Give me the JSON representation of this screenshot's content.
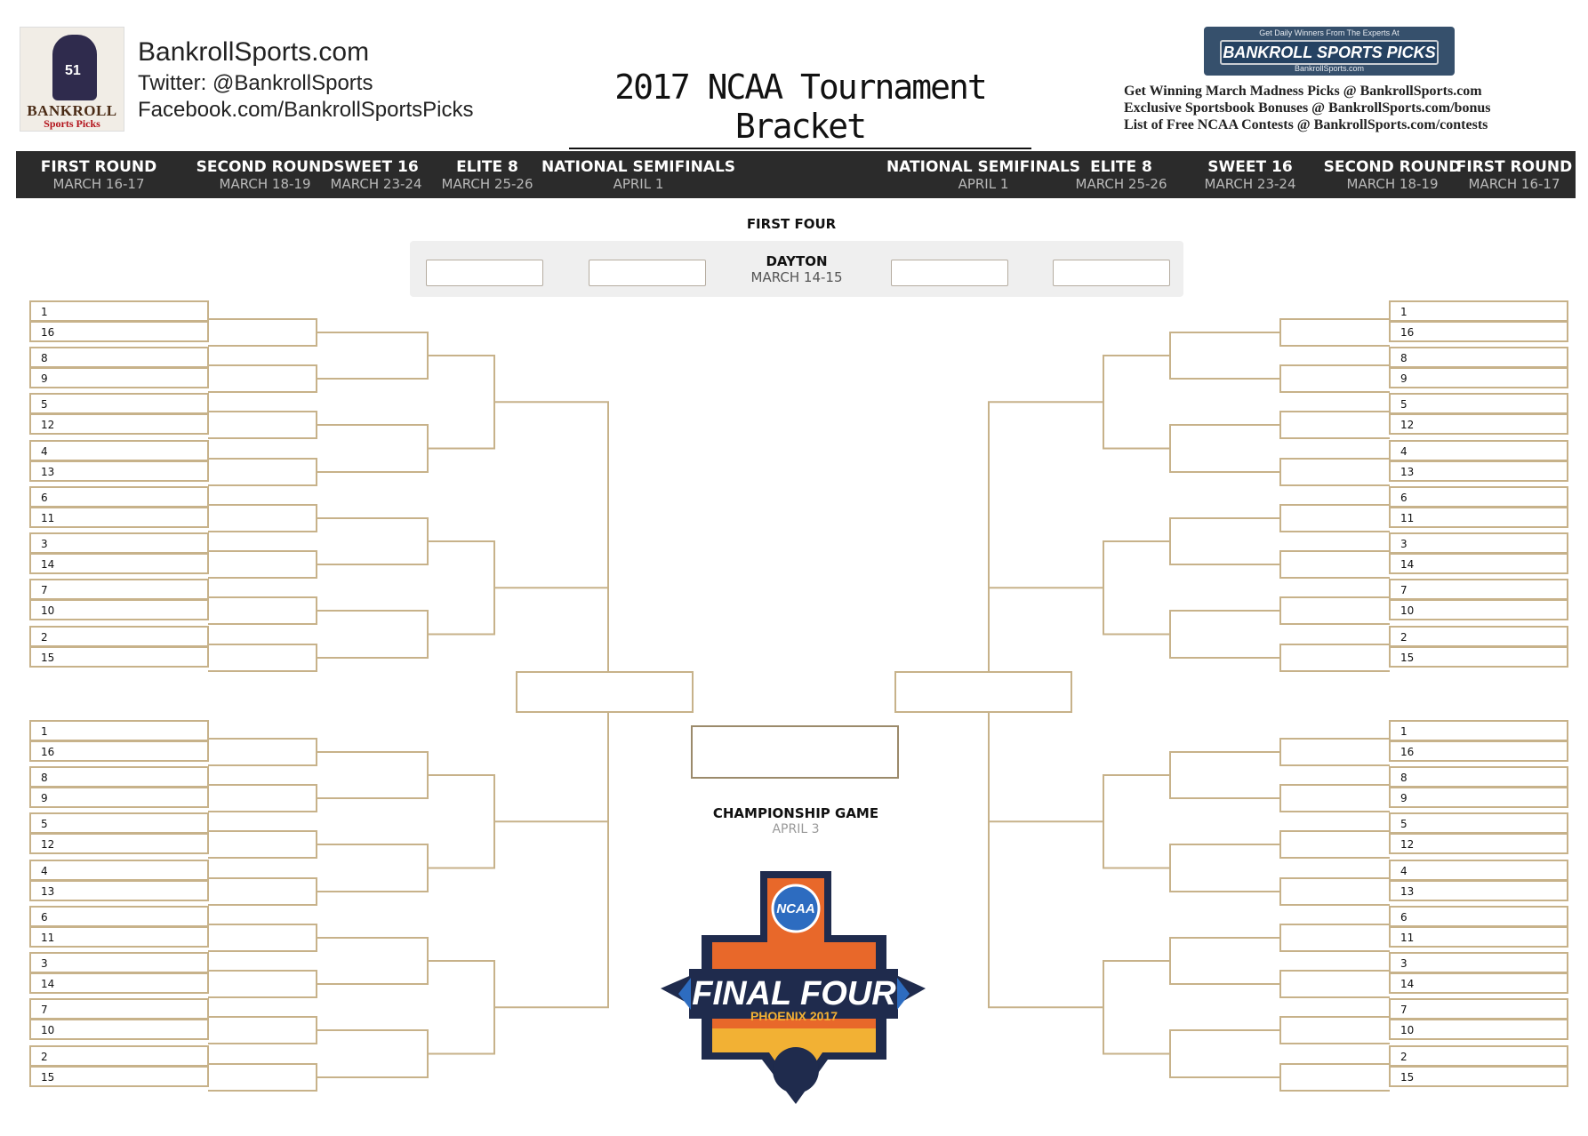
{
  "header": {
    "logo_word_1": "BANKROLL",
    "logo_word_2": "Sports Picks",
    "site_name": "BankrollSports.com",
    "twitter": "Twitter:  @BankrollSports",
    "facebook": "Facebook.com/BankrollSportsPicks",
    "title": "2017 NCAA Tournament Bracket",
    "banner_top": "Get Daily Winners From The Experts At",
    "banner_main": "BANKROLL SPORTS PICKS",
    "banner_bottom": "BankrollSports.com",
    "promo_lines": [
      "Get Winning March Madness Picks @ BankrollSports.com",
      "Exclusive Sportsbook Bonuses @ BankrollSports.com/bonus",
      "List of Free NCAA Contests @ BankrollSports.com/contests"
    ]
  },
  "rounds": [
    {
      "name": "FIRST ROUND",
      "date": "MARCH 16-17"
    },
    {
      "name": "SECOND ROUND",
      "date": "MARCH 18-19"
    },
    {
      "name": "SWEET 16",
      "date": "MARCH 23-24"
    },
    {
      "name": "ELITE 8",
      "date": "MARCH 25-26"
    },
    {
      "name": "NATIONAL SEMIFINALS",
      "date": "APRIL 1"
    },
    {
      "name": "NATIONAL SEMIFINALS",
      "date": "APRIL 1"
    },
    {
      "name": "ELITE 8",
      "date": "MARCH 25-26"
    },
    {
      "name": "SWEET 16",
      "date": "MARCH 23-24"
    },
    {
      "name": "SECOND ROUND",
      "date": "MARCH 18-19"
    },
    {
      "name": "FIRST ROUND",
      "date": "MARCH 16-17"
    }
  ],
  "first_four": {
    "title": "FIRST FOUR",
    "venue": "DAYTON",
    "dates": "MARCH 14-15"
  },
  "seed_order": [
    "1",
    "16",
    "8",
    "9",
    "5",
    "12",
    "4",
    "13",
    "6",
    "11",
    "3",
    "14",
    "7",
    "10",
    "2",
    "15"
  ],
  "championship": {
    "title": "CHAMPIONSHIP GAME",
    "date": "APRIL 3"
  },
  "final_four_logo": {
    "badge": "NCAA",
    "title": "FINAL FOUR",
    "subtitle": "PHOENIX 2017",
    "colors": {
      "navy": "#1f2b4d",
      "orange": "#e8682a",
      "gold": "#f2b134",
      "blue": "#2d6cc0"
    }
  },
  "colors": {
    "bracket_line": "#c7b28a",
    "round_bar": "#2b2b2b"
  }
}
